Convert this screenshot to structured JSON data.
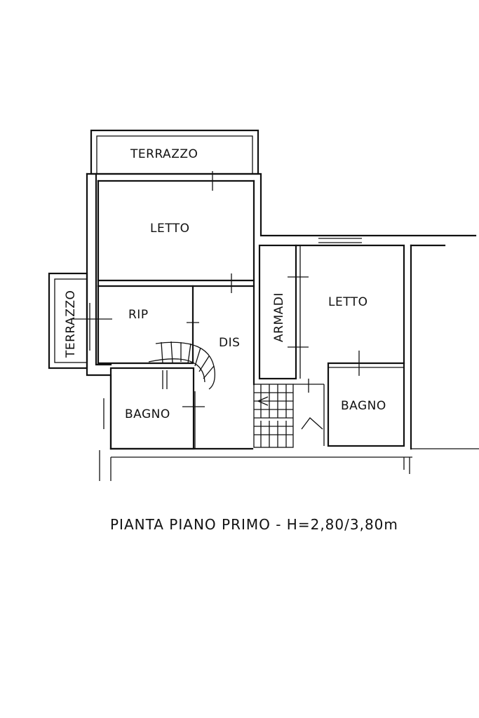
{
  "rooms": {
    "terrazzo_top": "TERRAZZO",
    "letto_top": "LETTO",
    "terrazzo_left": "TERRAZZO",
    "rip": "RIP",
    "dis": "DIS",
    "armadi": "ARMADI",
    "letto_right": "LETTO",
    "bagno_left": "BAGNO",
    "bagno_right": "BAGNO"
  },
  "caption": "PIANTA PIANO PRIMO  - H=2,80/3,80m"
}
